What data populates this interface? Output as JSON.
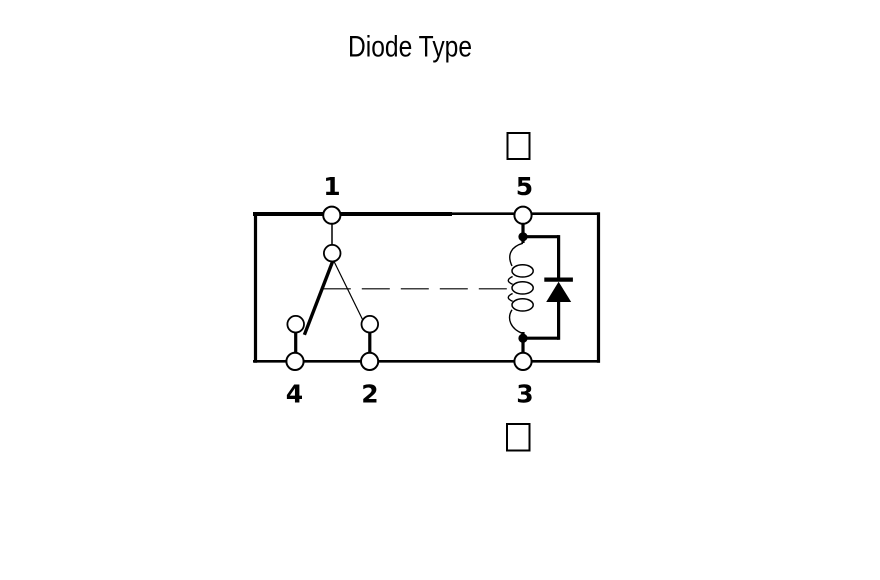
{
  "title": "Diode Type",
  "colors": {
    "line": "#000000",
    "background": "#ffffff"
  },
  "pins": {
    "pin1": "1",
    "pin5": "5",
    "pin4": "4",
    "pin2": "2",
    "pin3": "3"
  }
}
